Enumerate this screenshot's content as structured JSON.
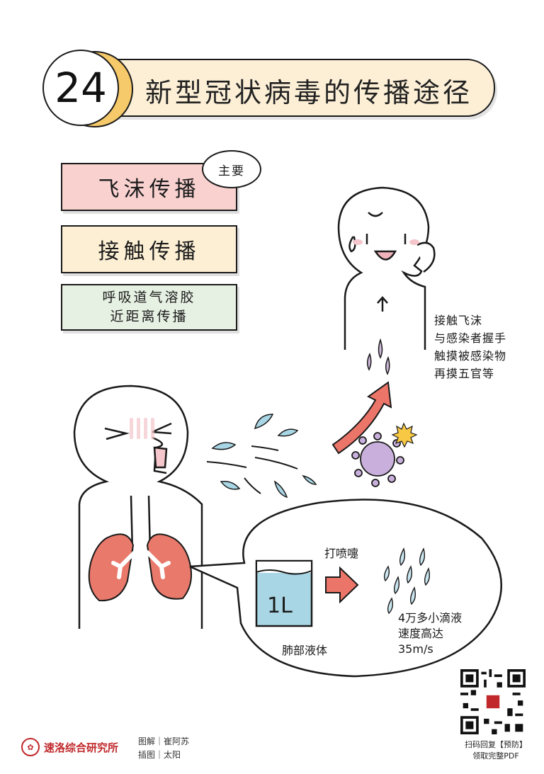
{
  "header": {
    "number": "24",
    "title": "新型冠状病毒的传播途径"
  },
  "routes": [
    {
      "label": "飞沫传播",
      "color": "#f9d2d0"
    },
    {
      "label": "接触传播",
      "color": "#fcefd4"
    },
    {
      "label_line1": "呼吸道气溶胶",
      "label_line2": "近距离传播",
      "color": "#e7f1e3"
    }
  ],
  "main_tag": "主要",
  "contact_note": {
    "lines": [
      "接触飞沫",
      "与感染者握手",
      "触摸被感染物",
      "再摸五官等"
    ]
  },
  "bubble": {
    "beaker_label": "1L",
    "beaker_caption": "肺部液体",
    "action": "打喷嚏",
    "result_lines": [
      "4万多小滴液",
      "速度高达",
      "35m/s"
    ]
  },
  "footer": {
    "org": "速洛综合研究所",
    "credit_illustration": "图解｜崔阿苏",
    "credit_drawing": "插图｜太阳",
    "qr_caption_line1": "扫码回复【预防】",
    "qr_caption_line2": "领取完整PDF"
  },
  "colors": {
    "lung": "#e8796b",
    "arrow": "#ec7569",
    "droplet_blue": "#a9d6e5",
    "droplet_purple": "#cdb8d9",
    "virus": "#c9b0dc",
    "spark": "#f7c843",
    "header_accent": "#f6c96a",
    "org_red": "#c0282b"
  }
}
